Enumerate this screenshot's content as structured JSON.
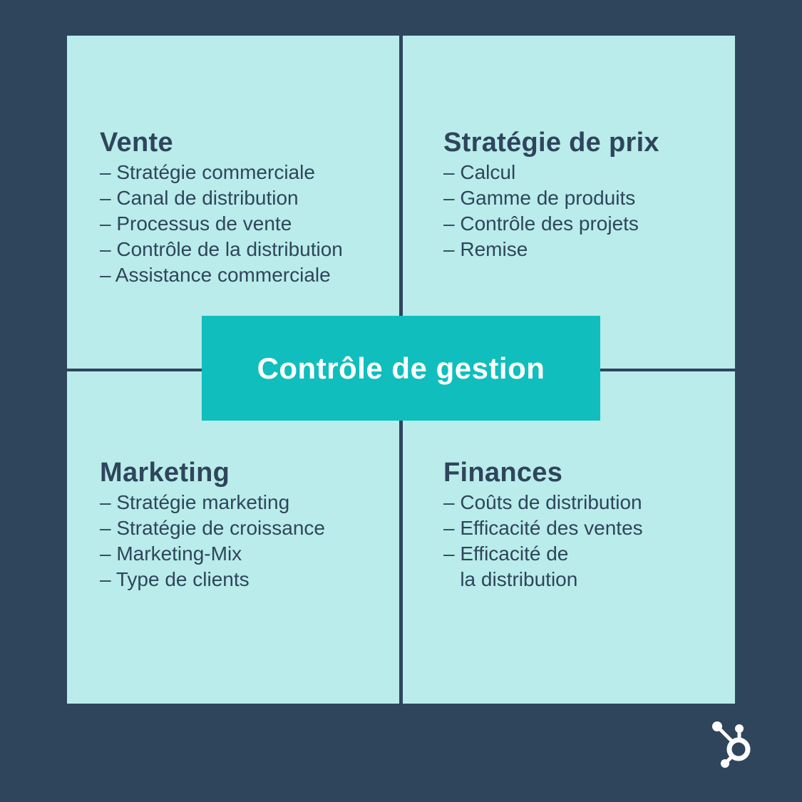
{
  "colors": {
    "background": "#2f455c",
    "panel": "#b9ecea",
    "center_box": "#10bebd",
    "text": "#2f455c",
    "center_text": "#ffffff"
  },
  "center": {
    "label": "Contrôle de gestion"
  },
  "quadrants": {
    "top_left": {
      "title": "Vente",
      "items": [
        "– Stratégie commerciale",
        "– Canal de distribution",
        "– Processus de vente",
        "– Contrôle de la distribution",
        "– Assistance commerciale"
      ]
    },
    "top_right": {
      "title": "Stratégie de prix",
      "items": [
        "– Calcul",
        "– Gamme de produits",
        "– Contrôle des projets",
        "– Remise"
      ]
    },
    "bottom_left": {
      "title": "Marketing",
      "items": [
        "– Stratégie marketing",
        "– Stratégie de croissance",
        "– Marketing-Mix",
        "– Type de clients"
      ]
    },
    "bottom_right": {
      "title": "Finances",
      "items": [
        "– Coûts de distribution",
        "– Efficacité des ventes",
        "– Efficacité de",
        "   la distribution"
      ]
    }
  },
  "logo": {
    "icon": "hubspot-sprocket-icon"
  }
}
